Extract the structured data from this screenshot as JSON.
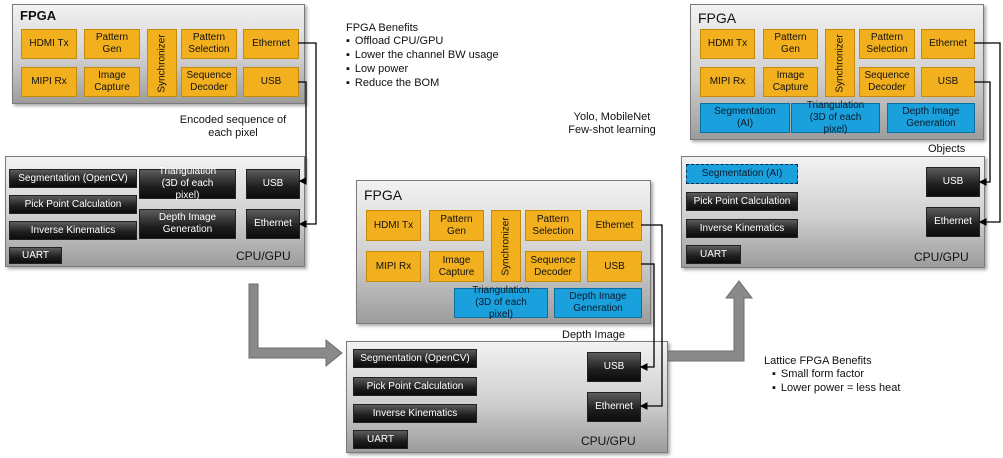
{
  "fpga_title": "FPGA",
  "cpu_title": "CPU/GPU",
  "blocks": {
    "hdmi_tx": "HDMI Tx",
    "mipi_rx": "MIPI Rx",
    "pattern_gen": "Pattern Gen",
    "image_capture": "Image Capture",
    "synchronizer": "Synchronizer",
    "pattern_selection": "Pattern Selection",
    "sequence_decoder": "Sequence Decoder",
    "ethernet": "Ethernet",
    "usb": "USB",
    "segmentation_opencv": "Segmentation (OpenCV)",
    "segmentation_ai": "Segmentation (AI)",
    "pick_point": "Pick Point Calculation",
    "inverse_kinematics": "Inverse Kinematics",
    "uart": "UART",
    "triangulation": "Triangulation (3D of each pixel)",
    "depth_image_generation": "Depth Image Generation"
  },
  "annotations": {
    "encoded_sequence": "Encoded sequence of each pixel",
    "yolo": "Yolo, MobileNet",
    "few_shot": "Few-shot learning",
    "depth_image": "Depth Image",
    "objects": "Objects"
  },
  "fpga_benefits": {
    "title": "FPGA Benefits",
    "items": [
      "Offload CPU/GPU",
      "Lower the channel BW usage",
      "Low power",
      "Reduce the BOM"
    ]
  },
  "lattice_benefits": {
    "title": "Lattice FPGA Benefits",
    "items": [
      "Small form factor",
      "Lower power = less heat"
    ]
  },
  "colors": {
    "fpga_block": "#f2b01e",
    "ai_block": "#1aa0dc",
    "cpu_block": "#1e1e1e",
    "arrow": "#7a7a7a"
  }
}
